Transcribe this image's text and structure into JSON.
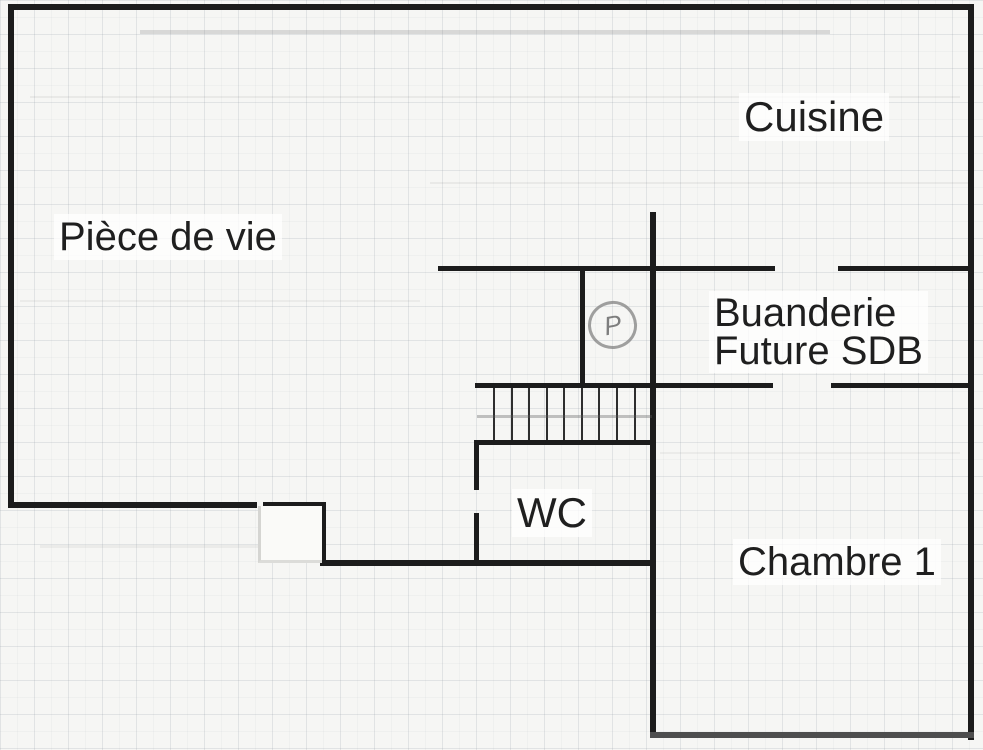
{
  "rooms": {
    "piece_de_vie": {
      "label": "Pièce de vie"
    },
    "cuisine": {
      "label": "Cuisine"
    },
    "buanderie": {
      "label_line1": "Buanderie",
      "label_line2": "Future SDB"
    },
    "wc": {
      "label": "WC"
    },
    "chambre_1": {
      "label": "Chambre 1"
    }
  },
  "annotations": {
    "pencil_mark": {
      "label": "P"
    }
  },
  "colors": {
    "paper": "#f6f6f4",
    "wall": "#1c1c1c",
    "wall_soft": "#4e4e4e",
    "text": "#1f1f1f",
    "pencil": "#8a8a8a",
    "grid_line": "#e3e6e9"
  }
}
